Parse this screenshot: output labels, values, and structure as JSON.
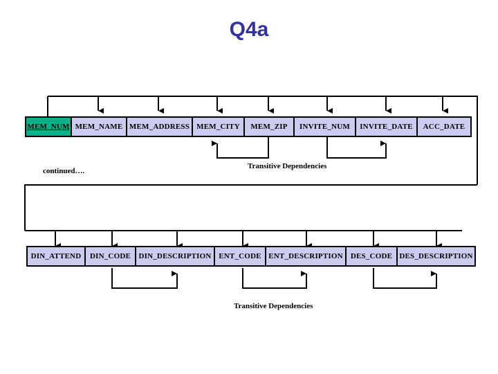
{
  "slide": {
    "title": "Q4a",
    "title_color": "#3333A0",
    "background": "#ffffff"
  },
  "colors": {
    "primary_key_cell": "#00B386",
    "attribute_cell": "#CCCCF0",
    "line": "#000000",
    "text": "#000000"
  },
  "tables": [
    {
      "name": "relation-row-1",
      "cells": [
        {
          "label": "MEM_NUM",
          "primary_key": true,
          "width": 66
        },
        {
          "label": "MEM_NAME",
          "primary_key": false,
          "width": 80
        },
        {
          "label": "MEM_ADDRESS",
          "primary_key": false,
          "width": 95
        },
        {
          "label": "MEM_CITY",
          "primary_key": false,
          "width": 75
        },
        {
          "label": "MEM_ZIP",
          "primary_key": false,
          "width": 72
        },
        {
          "label": "INVITE_NUM",
          "primary_key": false,
          "width": 89
        },
        {
          "label": "INVITE_DATE",
          "primary_key": false,
          "width": 89
        },
        {
          "label": "ACC_DATE",
          "primary_key": false,
          "width": 80
        }
      ]
    },
    {
      "name": "relation-row-2",
      "cells": [
        {
          "label": "DIN_ATTEND",
          "primary_key": false,
          "width": 84
        },
        {
          "label": "DIN_CODE",
          "primary_key": false,
          "width": 73
        },
        {
          "label": "DIN_DESCRIPTION",
          "primary_key": false,
          "width": 114
        },
        {
          "label": "ENT_CODE",
          "primary_key": false,
          "width": 74
        },
        {
          "label": "ENT_DESCRIPTION",
          "primary_key": false,
          "width": 116
        },
        {
          "label": "DES_CODE",
          "primary_key": false,
          "width": 74
        },
        {
          "label": "DES_DESCRIPTION",
          "primary_key": false,
          "width": 115
        }
      ]
    }
  ],
  "annotations": {
    "continued": "continued….",
    "transitive_top": "Transitive Dependencies",
    "transitive_bottom": "Transitive Dependencies"
  },
  "dependencies": {
    "functional_from_key": {
      "source": "MEM_NUM",
      "targets_row1": [
        "MEM_NAME",
        "MEM_ADDRESS",
        "MEM_CITY",
        "MEM_ZIP",
        "INVITE_NUM",
        "INVITE_DATE",
        "ACC_DATE"
      ],
      "targets_row2": [
        "DIN_ATTEND",
        "DIN_CODE",
        "DIN_DESCRIPTION",
        "ENT_CODE",
        "ENT_DESCRIPTION",
        "DES_CODE",
        "DES_DESCRIPTION"
      ]
    },
    "transitive": [
      {
        "determinant": "MEM_ZIP",
        "dependent": "MEM_CITY"
      },
      {
        "determinant": "INVITE_NUM",
        "dependent": "INVITE_DATE"
      },
      {
        "determinant": "DIN_CODE",
        "dependent": "DIN_DESCRIPTION"
      },
      {
        "determinant": "ENT_CODE",
        "dependent": "ENT_DESCRIPTION"
      },
      {
        "determinant": "DES_CODE",
        "dependent": "DES_DESCRIPTION"
      }
    ]
  }
}
